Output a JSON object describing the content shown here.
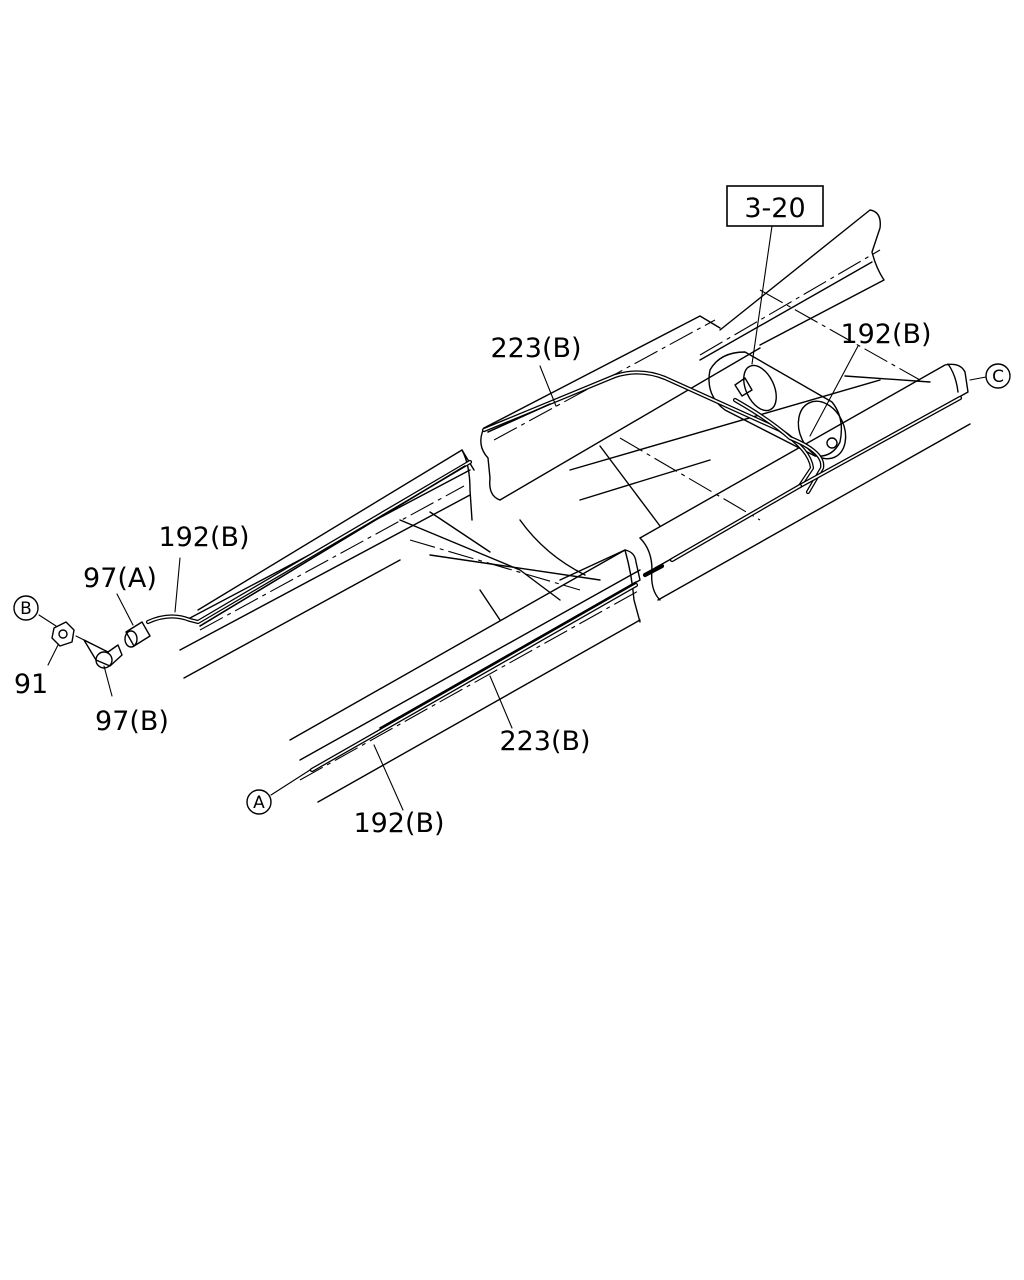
{
  "reference_box": "3-20",
  "callouts": {
    "a": "A",
    "b": "B",
    "c": "C"
  },
  "labels": {
    "pipe_top_left": "192(B)",
    "pipe_top_right": "192(B)",
    "pipe_bottom": "192(B)",
    "clip_top": "223(B)",
    "clip_bottom": "223(B)",
    "connector_a": "97(A)",
    "connector_b": "97(B)",
    "nut": "91"
  }
}
